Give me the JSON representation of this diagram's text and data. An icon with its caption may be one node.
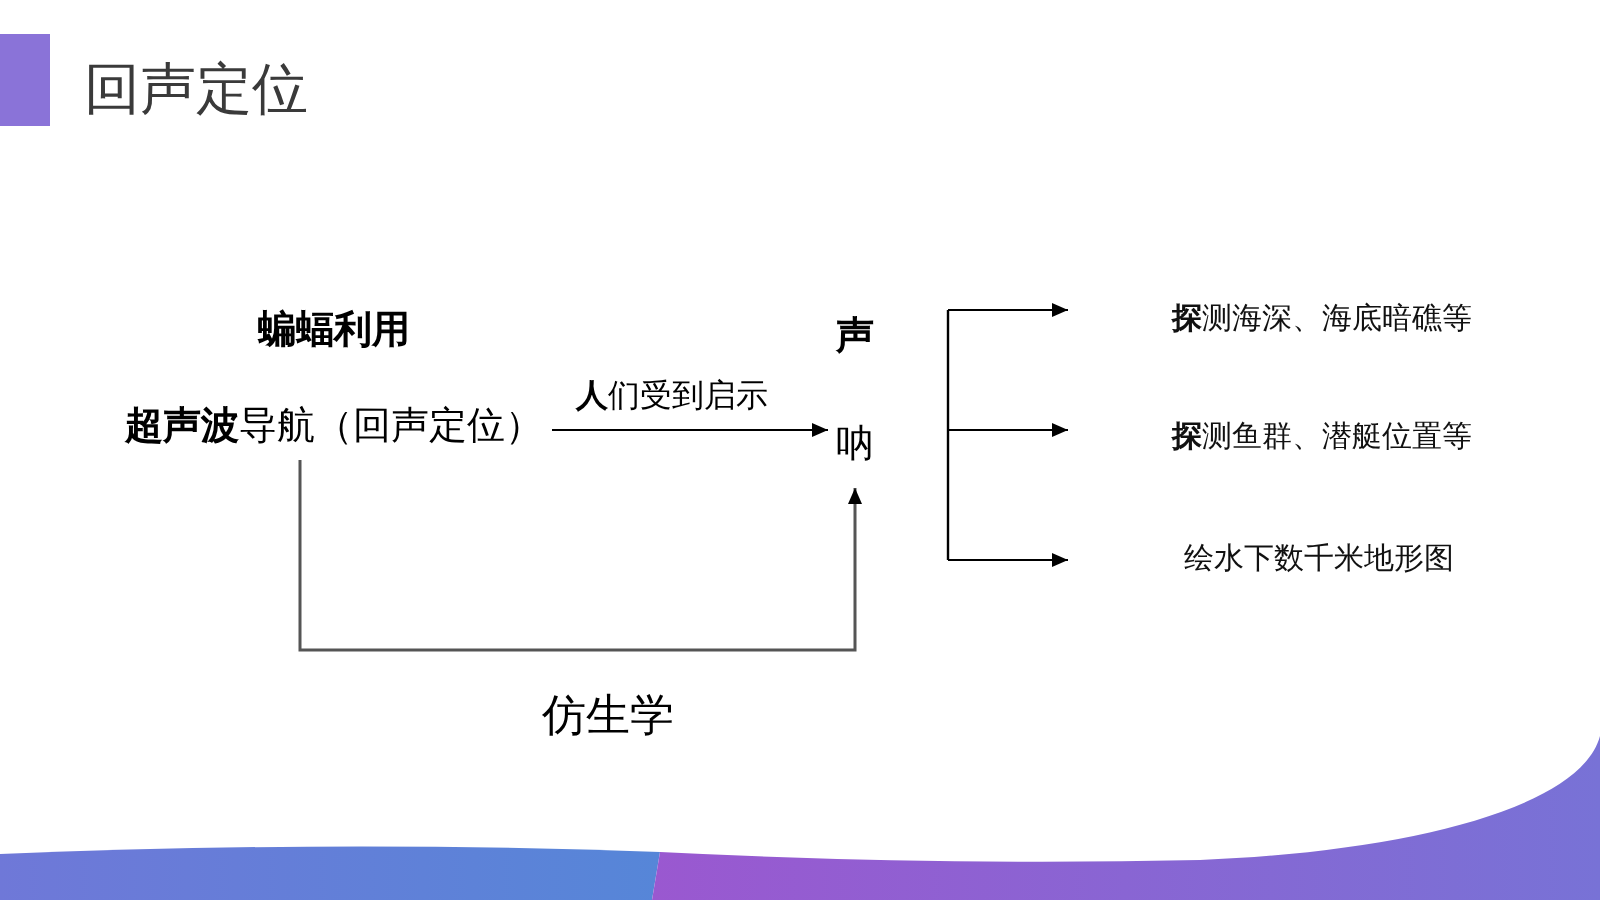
{
  "diagram": {
    "title": "回声定位",
    "nodes": [
      {
        "text": [
          "蝙蝠利用",
          "**超声波**导航（回声定位）"
        ]
      },
      {
        "text": [
          "**声**呐"
        ]
      },
      {
        "text": [
          "**探**测海深、海底暗礁等"
        ]
      },
      {
        "text": [
          "**探**测鱼群、潜艇位置等"
        ]
      },
      {
        "text": [
          "绘水下数千米地形图"
        ]
      }
    ],
    "edges": [
      {
        "from": 0,
        "to": 1,
        "arrow": "to",
        "label": "**人**们受到启示"
      },
      {
        "from": 0,
        "to": 1,
        "arrow": "to",
        "label": "仿生学"
      },
      {
        "from": null,
        "to": 2,
        "arrow": "to"
      },
      {
        "from": null,
        "to": 3,
        "arrow": "to"
      },
      {
        "from": null,
        "to": 4,
        "arrow": "to"
      }
    ]
  }
}
